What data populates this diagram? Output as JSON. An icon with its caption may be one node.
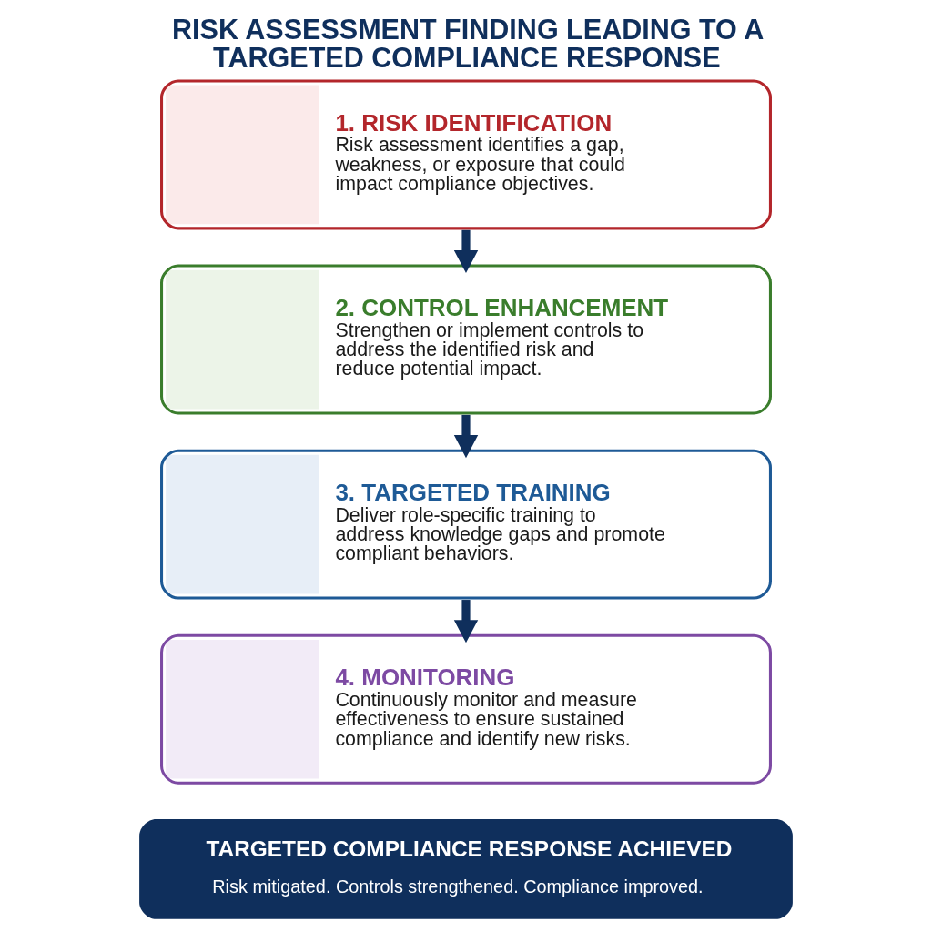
{
  "diagram": {
    "title": "RISK ASSESSMENT FINDING LEADING TO A TARGETED COMPLIANCE RESPONSE",
    "nodes": [
      {
        "text": [
          "1. RISK IDENTIFICATION",
          "Risk assessment identifies a gap, weakness, or exposure that could impact compliance objectives."
        ]
      },
      {
        "text": [
          "2. CONTROL ENHANCEMENT",
          "Strengthen or implement controls to address the identified risk and reduce potential impact."
        ]
      },
      {
        "text": [
          "3. TARGETED TRAINING",
          "Deliver role-specific training to address knowledge gaps and promote compliant behaviors."
        ]
      },
      {
        "text": [
          "4. MONITORING",
          "Continuously monitor and measure effectiveness to ensure sustained compliance and identify new risks."
        ]
      },
      {
        "text": [
          "TARGETED COMPLIANCE RESPONSE ACHIEVED",
          "Risk mitigated. Controls strengthened. Compliance improved."
        ]
      }
    ],
    "edges": [
      {
        "from": 0,
        "to": 1,
        "arrow": "to"
      },
      {
        "from": 1,
        "to": 2,
        "arrow": "to"
      },
      {
        "from": 2,
        "to": 3,
        "arrow": "to"
      }
    ]
  }
}
